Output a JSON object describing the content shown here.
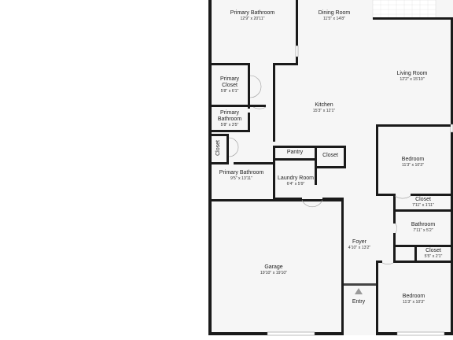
{
  "rooms": [
    {
      "id": "primary-bathroom-top",
      "name": "Primary Bathroom",
      "dims": "12'9\" x 20'11\""
    },
    {
      "id": "dining-room",
      "name": "Dining Room",
      "dims": "11'5\" x 14'8\""
    },
    {
      "id": "living-room",
      "name": "Living Room",
      "dims": "12'2\" x 15'10\""
    },
    {
      "id": "primary-closet",
      "name": "Primary\nCloset",
      "dims": "5'8\" x 6'1\""
    },
    {
      "id": "primary-bathroom-small",
      "name": "Primary\nBathroom",
      "dims": "5'8\" x 3'5\""
    },
    {
      "id": "kitchen",
      "name": "Kitchen",
      "dims": "15'3\" x 12'1\""
    },
    {
      "id": "closet-vertical",
      "name": "Closet",
      "dims": ""
    },
    {
      "id": "pantry",
      "name": "Pantry",
      "dims": ""
    },
    {
      "id": "closet-kitchen",
      "name": "Closet",
      "dims": ""
    },
    {
      "id": "bedroom-1",
      "name": "Bedroom",
      "dims": "11'3\" x 10'3\""
    },
    {
      "id": "primary-bathroom-lower",
      "name": "Primary Bathroom",
      "dims": "9'5\" x 13'11\""
    },
    {
      "id": "laundry-room",
      "name": "Laundry Room",
      "dims": "6'4\" x 5'9\""
    },
    {
      "id": "closet-hall",
      "name": "Closet",
      "dims": "7'11\" x 1'11\""
    },
    {
      "id": "bathroom",
      "name": "Bathroom",
      "dims": "7'11\" x 5'2\""
    },
    {
      "id": "foyer",
      "name": "Foyer",
      "dims": "4'10\" x 13'2\""
    },
    {
      "id": "closet-bedroom2",
      "name": "Closet",
      "dims": "5'5\" x 2'1\""
    },
    {
      "id": "garage",
      "name": "Garage",
      "dims": "19'10\" x 19'10\""
    },
    {
      "id": "bedroom-2",
      "name": "Bedroom",
      "dims": "11'3\" x 10'3\""
    }
  ],
  "entry": {
    "label": "Entry"
  },
  "colors": {
    "wall": "#1a1a1a",
    "floor": "#f6f6f6",
    "background": "#ffffff"
  }
}
